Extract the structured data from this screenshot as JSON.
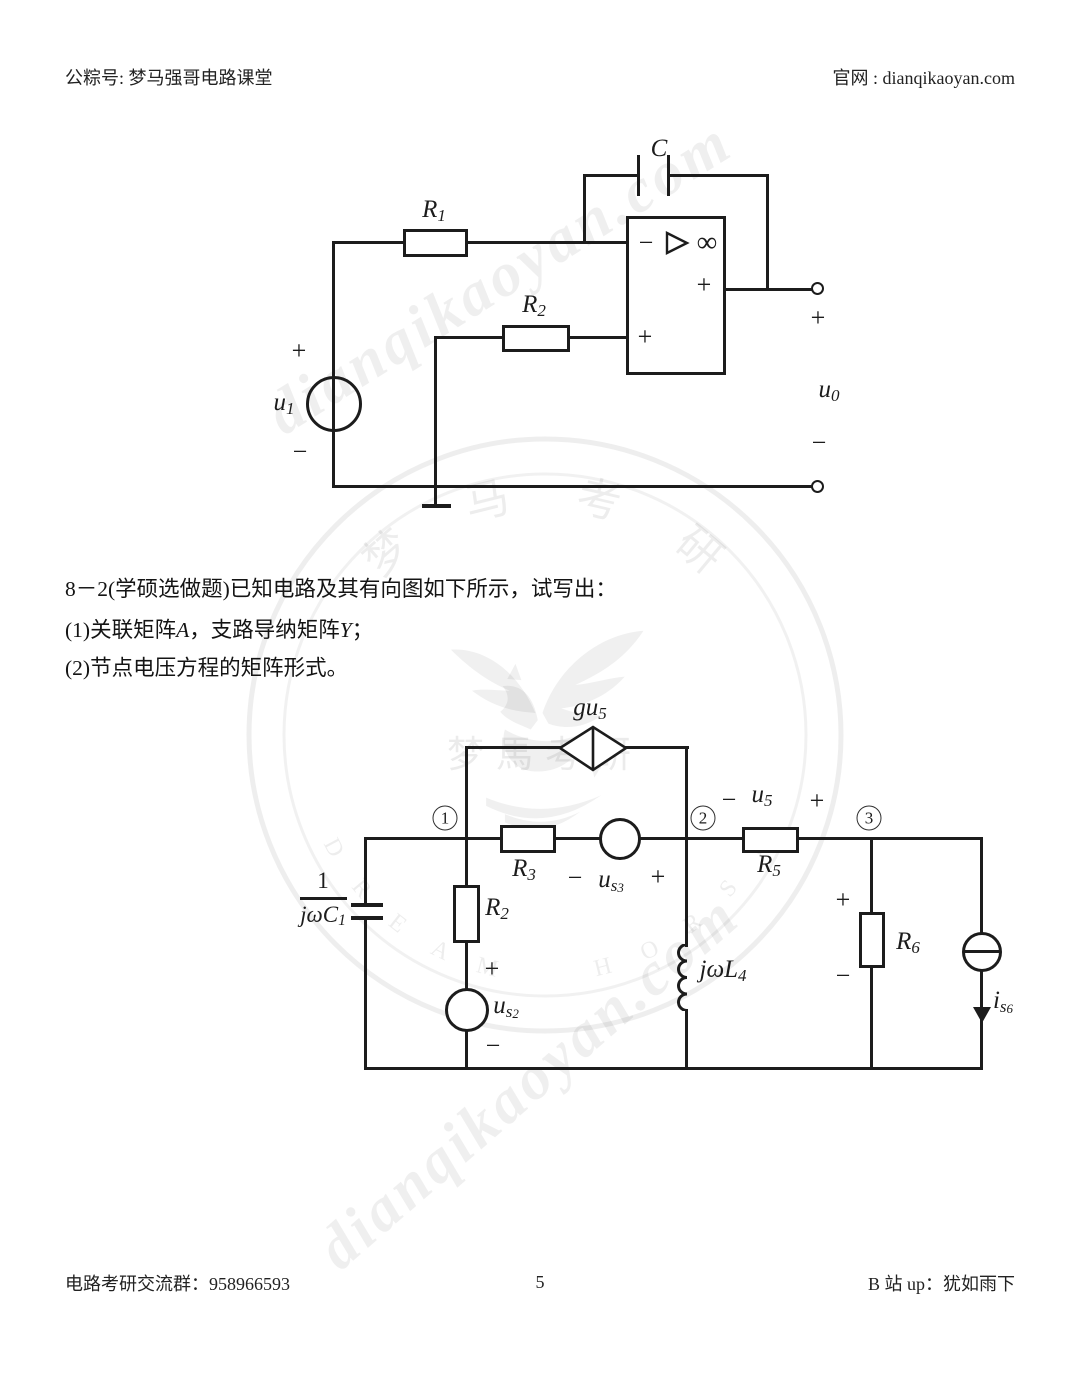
{
  "header": {
    "left": "公粽号: 梦马强哥电路课堂",
    "right": "官网 : dianqikaoyan.com"
  },
  "problem": {
    "line1": [
      [
        "8－2(学硕选做题)已知电路及其有向图如下所示，试写出：",
        0
      ]
    ],
    "line2": [
      [
        "(1)关联矩阵",
        0
      ],
      [
        "A",
        0,
        1
      ],
      [
        "，支路导纳矩阵",
        0
      ],
      [
        "Y",
        0,
        1
      ],
      [
        "；",
        0
      ]
    ],
    "line3": [
      [
        "(2)节点电压方程的矩阵形式。",
        0
      ]
    ]
  },
  "footer": {
    "left": "电路考研交流群：958966593",
    "page_number": "5",
    "right": "B 站 up：犹如雨下"
  },
  "signs": {
    "plus": "+",
    "minus": "−"
  },
  "circuit1": {
    "labels": {
      "c": [
        [
          "C",
          0
        ]
      ],
      "r1": [
        [
          "R",
          0
        ],
        [
          "1",
          1
        ]
      ],
      "r2": [
        [
          "R",
          0
        ],
        [
          "2",
          1
        ]
      ],
      "u1": [
        [
          "u",
          0
        ],
        [
          "1",
          1
        ]
      ],
      "u0": [
        [
          "u",
          0
        ],
        [
          "0",
          1
        ]
      ],
      "infinity": "∞"
    }
  },
  "circuit2": {
    "nodes": [
      "1",
      "2",
      "3"
    ],
    "labels": {
      "gu5": [
        [
          "gu",
          0
        ],
        [
          "5",
          1
        ]
      ],
      "frac_num": "1",
      "frac_den": [
        [
          "jωC",
          0
        ],
        [
          "1",
          1
        ]
      ],
      "r2": [
        [
          "R",
          0
        ],
        [
          "2",
          1
        ]
      ],
      "r3": [
        [
          "R",
          0
        ],
        [
          "3",
          1
        ]
      ],
      "r5": [
        [
          "R",
          0
        ],
        [
          "5",
          1
        ]
      ],
      "r6": [
        [
          "R",
          0
        ],
        [
          "6",
          1
        ]
      ],
      "jwl4": [
        [
          "jωL",
          0
        ],
        [
          "4",
          1
        ]
      ],
      "us2": [
        [
          "u",
          0
        ],
        [
          "s",
          1
        ],
        [
          "2",
          2
        ]
      ],
      "us3": [
        [
          "u",
          0
        ],
        [
          "s",
          1
        ],
        [
          "3",
          2
        ]
      ],
      "u5": [
        [
          "u",
          0
        ],
        [
          "5",
          1
        ]
      ],
      "is6": [
        [
          "i",
          0
        ],
        [
          "s",
          1
        ],
        [
          "6",
          2
        ]
      ]
    }
  },
  "watermark": {
    "diagonal_text": "dianqikaoyan.com",
    "ring_chars": [
      "梦",
      "马",
      "考",
      "研"
    ],
    "arc_left": [
      "D",
      "R",
      "E",
      "A",
      "M"
    ],
    "arc_right": [
      "H",
      "O",
      "R",
      "S",
      "E"
    ],
    "center_chars": "梦馬考研"
  }
}
